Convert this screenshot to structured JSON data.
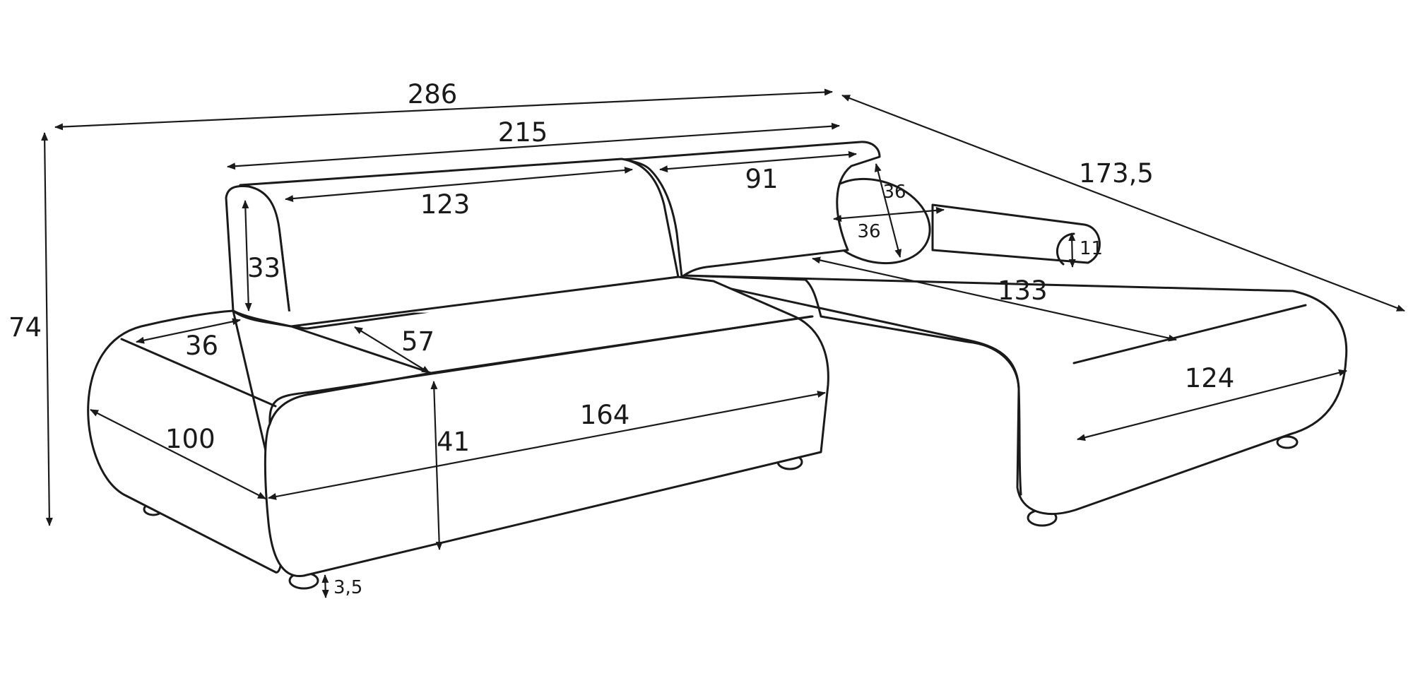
{
  "colors": {
    "ink": "#1a1a1a",
    "background": "#ffffff"
  },
  "dimensions": {
    "overall_width": "286",
    "back_width": "215",
    "chaise_depth": "173,5",
    "height": "74",
    "left_cushion_width": "123",
    "right_cushion_width": "91",
    "bolster_diameter_v": "36",
    "bolster_diameter_h": "36",
    "armrest_height": "11",
    "backrest_height": "33",
    "armrest_width": "36",
    "seat_depth": "57",
    "chaise_length": "133",
    "chaise_width": "124",
    "sofa_depth": "100",
    "seat_front_width": "164",
    "seat_height": "41",
    "foot_height": "3,5"
  }
}
